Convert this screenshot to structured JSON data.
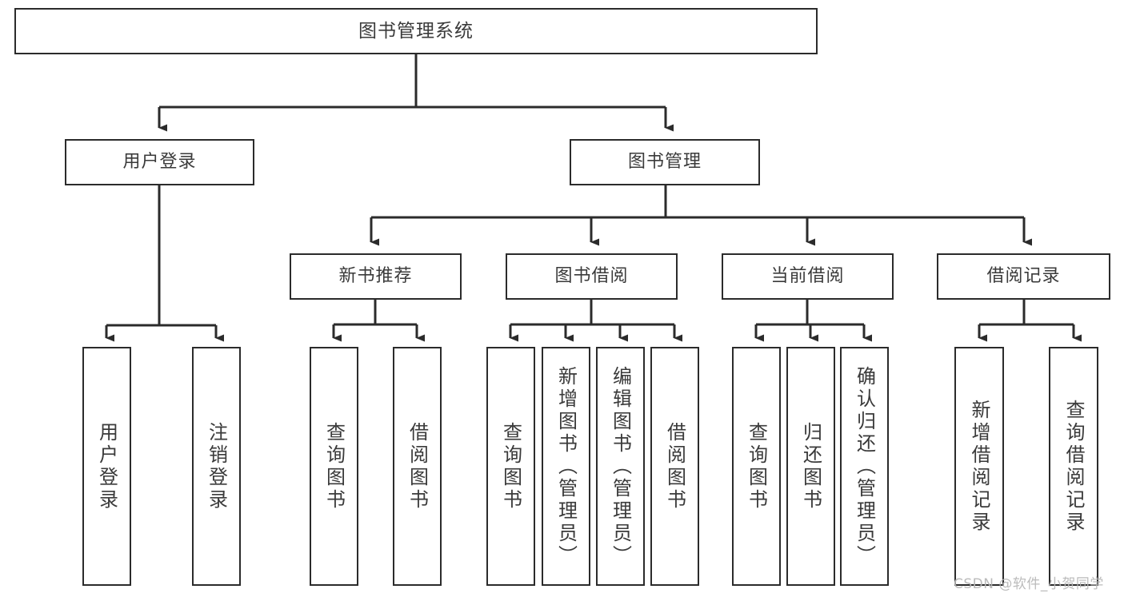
{
  "diagram": {
    "title": "图书管理系统",
    "type": "tree-hierarchy-diagram",
    "colors": {
      "box_border": "#2b2b2b",
      "box_fill": "#ffffff",
      "text": "#3a3a3a",
      "connector": "#2b2b2b",
      "watermark": "#b8b8b8",
      "background": "#ffffff"
    },
    "nodes": {
      "root": {
        "label": "图书管理系统",
        "orientation": "horizontal"
      },
      "level2": [
        {
          "id": "user-login",
          "label": "用户登录",
          "orientation": "horizontal"
        },
        {
          "id": "book-management",
          "label": "图书管理",
          "orientation": "horizontal"
        }
      ],
      "level3": [
        {
          "id": "new-book-recommend",
          "label": "新书推荐",
          "orientation": "horizontal"
        },
        {
          "id": "book-borrow",
          "label": "图书借阅",
          "orientation": "horizontal"
        },
        {
          "id": "current-borrow",
          "label": "当前借阅",
          "orientation": "horizontal"
        },
        {
          "id": "borrow-record",
          "label": "借阅记录",
          "orientation": "horizontal"
        }
      ],
      "leaves": {
        "user-login": [
          {
            "id": "leaf-user-login",
            "label": "用户登录",
            "orientation": "vertical"
          },
          {
            "id": "leaf-logout",
            "label": "注销登录",
            "orientation": "vertical"
          }
        ],
        "new-book-recommend": [
          {
            "id": "leaf-query-book-1",
            "label": "查询图书",
            "orientation": "vertical"
          },
          {
            "id": "leaf-borrow-book-1",
            "label": "借阅图书",
            "orientation": "vertical"
          }
        ],
        "book-borrow": [
          {
            "id": "leaf-query-book-2",
            "label": "查询图书",
            "orientation": "vertical"
          },
          {
            "id": "leaf-add-book",
            "label": "新增图书（管理员）",
            "orientation": "vertical"
          },
          {
            "id": "leaf-edit-book",
            "label": "编辑图书（管理员）",
            "orientation": "vertical"
          },
          {
            "id": "leaf-borrow-book-2",
            "label": "借阅图书",
            "orientation": "vertical"
          }
        ],
        "current-borrow": [
          {
            "id": "leaf-query-book-3",
            "label": "查询图书",
            "orientation": "vertical"
          },
          {
            "id": "leaf-return-book",
            "label": "归还图书",
            "orientation": "vertical"
          },
          {
            "id": "leaf-confirm-return",
            "label": "确认归还（管理员）",
            "orientation": "vertical"
          }
        ],
        "borrow-record": [
          {
            "id": "leaf-add-record",
            "label": "新增借阅记录",
            "orientation": "vertical"
          },
          {
            "id": "leaf-query-record",
            "label": "查询借阅记录",
            "orientation": "vertical"
          }
        ]
      }
    },
    "watermark": "CSDN @软件_小贺同学"
  }
}
